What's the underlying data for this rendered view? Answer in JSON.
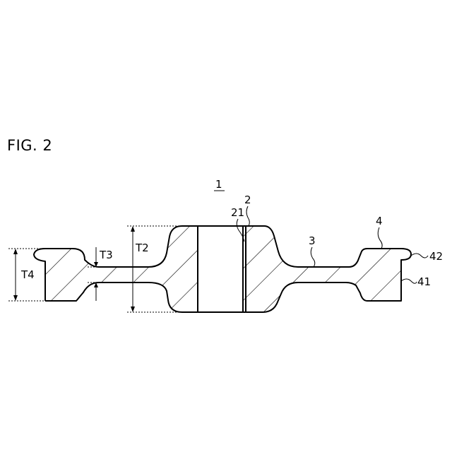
{
  "figure": {
    "title": "FIG. 2",
    "part_number": "1",
    "labels": {
      "hub": "2",
      "bore_surface": "21",
      "web": "3",
      "rim": "4",
      "rim_side": "41",
      "rim_lip": "42"
    },
    "dimensions": {
      "hub_thickness": "T2",
      "web_thickness": "T3",
      "rim_thickness": "T4"
    }
  },
  "colors": {
    "line": "#000000",
    "background": "#ffffff"
  }
}
